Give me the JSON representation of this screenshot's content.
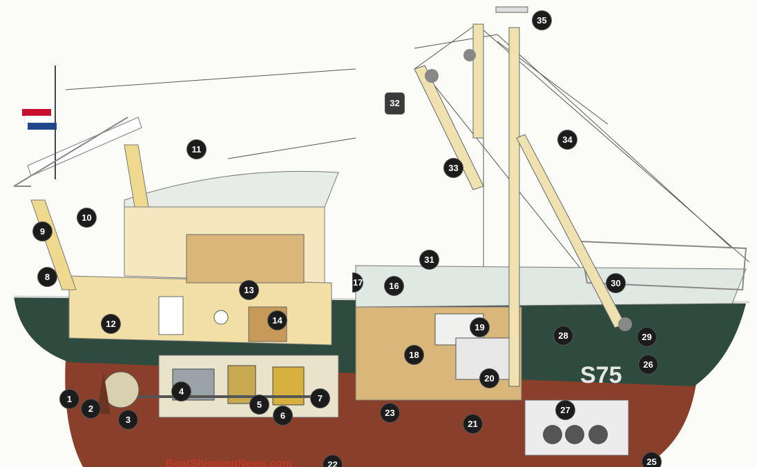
{
  "colors": {
    "hull_green": "#2f4a3e",
    "hull_bottom": "#8a3f2a",
    "superstructure": "#f2dfa6",
    "mast": "#efe2b0",
    "deck": "#d9b77a",
    "marker": "#1c1c1c"
  },
  "flag": {
    "name": "dutch-flag",
    "colors": [
      "#c8102e",
      "#ffffff",
      "#21468b"
    ]
  },
  "hull_marking": "S75",
  "watermark": "BoatShippingNews.com",
  "callouts": [
    "1",
    "2",
    "3",
    "4",
    "5",
    "6",
    "7",
    "8",
    "9",
    "10",
    "11",
    "12",
    "13",
    "14",
    "16",
    "17",
    "18",
    "19",
    "20",
    "21",
    "22",
    "23",
    "25",
    "26",
    "27",
    "28",
    "29",
    "30",
    "31",
    "32",
    "33",
    "34",
    "35"
  ]
}
